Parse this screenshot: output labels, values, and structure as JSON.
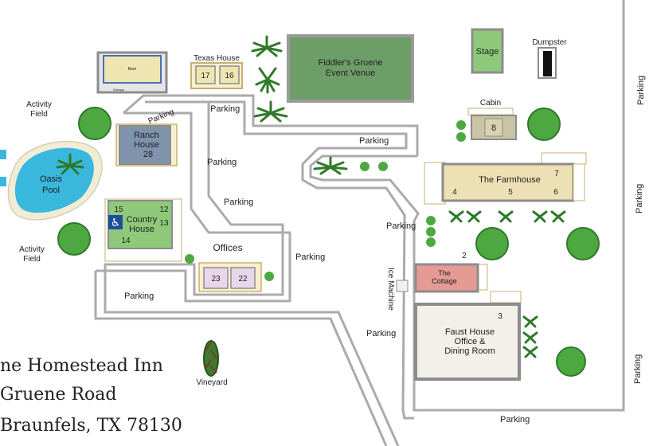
{
  "colors": {
    "road": "#ababab",
    "building_wall": "#8c8c8c",
    "lawn": "#8ec97a",
    "venue": "#6e9e68",
    "ranch": "#7f93ad",
    "pool": "#3ab7dc",
    "bed_tan": "#efe5b0",
    "bed_pink": "#e9d6ea",
    "bed_green": "#cfe6b8",
    "cottage": "#e59a94",
    "faust": "#f3f0ea",
    "farmhouse": "#ede0b4",
    "cabin": "#c9c4a5",
    "tree": "#4ea842"
  },
  "roads": {
    "parking_labels": {
      "p1": "Parking",
      "p2": "Parking",
      "p3": "Parking",
      "p4": "Parking",
      "p5": "Parking",
      "p6": "Parking",
      "p7": "Parking",
      "p8": "Parking",
      "p9": "Parking",
      "p10": "Parking",
      "p11": "Parking",
      "p12": "Parking",
      "p13": "Parking"
    }
  },
  "buildings": {
    "barn": {
      "label": "Barn",
      "sub": "Storage"
    },
    "texas_house": {
      "label": "Texas House",
      "room_a": "17",
      "room_b": "16"
    },
    "venue": {
      "line1": "Fiddler's Gruene",
      "line2": "Event Venue"
    },
    "stage": {
      "label": "Stage"
    },
    "dumpster": {
      "label": "Dumpster"
    },
    "cabin": {
      "label": "Cabin",
      "room": "8"
    },
    "ranch_house": {
      "line1": "Ranch",
      "line2": "House",
      "room": "28"
    },
    "farmhouse": {
      "label": "The Farmhouse",
      "r7": "7",
      "r4": "4",
      "r5": "5",
      "r6": "6"
    },
    "country_house": {
      "line1": "Country",
      "line2": "House",
      "r15": "15",
      "r12": "12",
      "r13": "13",
      "r14": "14"
    },
    "offices": {
      "label": "Offices",
      "room_a": "23",
      "room_b": "22"
    },
    "cottage": {
      "line1": "The",
      "line2": "Cottage",
      "num": "2"
    },
    "ice_machine": {
      "label": "Ice Machine"
    },
    "faust_house": {
      "line1": "Faust House",
      "line2": "Office &",
      "line3": "Dining Room",
      "num": "3"
    }
  },
  "grounds": {
    "activity_field_1": {
      "line1": "Activity",
      "line2": "Field"
    },
    "activity_field_2": {
      "line1": "Activity",
      "line2": "Field"
    },
    "pool": {
      "line1": "Oasis",
      "line2": "Pool"
    },
    "vineyard": {
      "label": "Vineyard"
    },
    "accessible_icon": "wheelchair-icon"
  },
  "address": {
    "line1": "ne Homestead Inn",
    "line2": "Gruene Road",
    "line3": "Braunfels, TX 78130"
  }
}
